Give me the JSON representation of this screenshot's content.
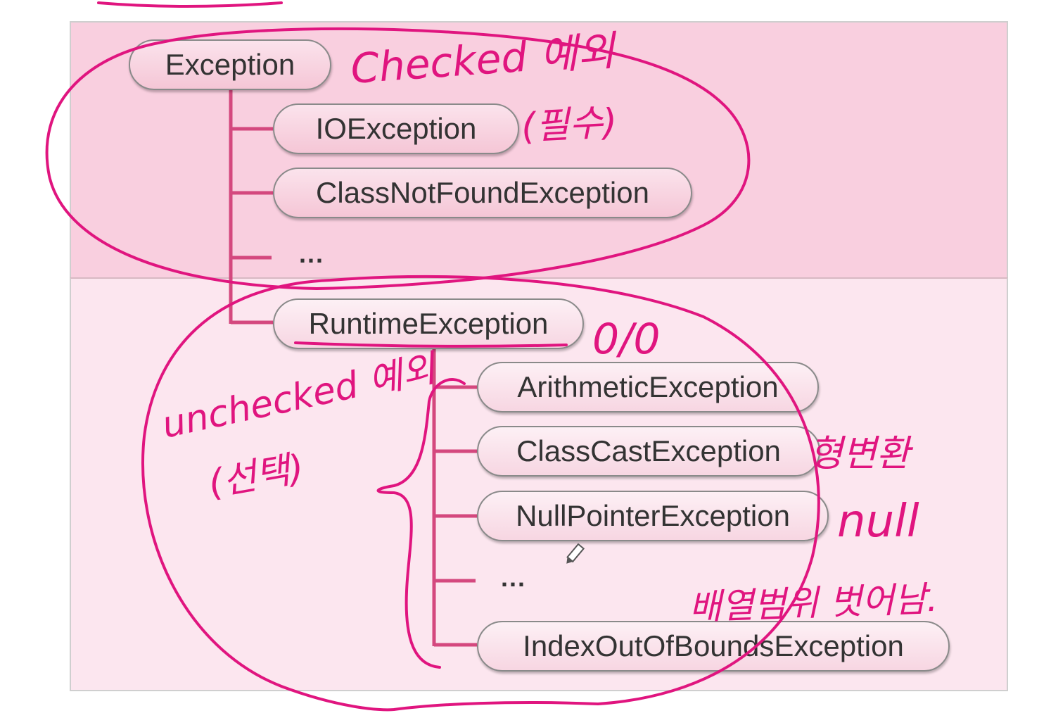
{
  "nodes": {
    "exception": "Exception",
    "io": "IOException",
    "class_not_found": "ClassNotFoundException",
    "ellipsis_top": "...",
    "runtime": "RuntimeException",
    "arithmetic": "ArithmeticException",
    "class_cast": "ClassCastException",
    "null_pointer": "NullPointerException",
    "ellipsis_bottom": "...",
    "index_out_of_bounds": "IndexOutOfBoundsException"
  },
  "annotations": {
    "checked": "Checked 예외",
    "checked_note": "(필수)",
    "unchecked": "unchecked 예외",
    "unchecked_note": "(선택)",
    "arithmetic_note": "0/0",
    "class_cast_note": "형변환",
    "null_pointer_note": "null",
    "index_note": "배열범위 벗어남."
  },
  "colors": {
    "top_panel": "#f9cfdf",
    "bottom_panel": "#fce6ef",
    "tree_line": "#d4487e",
    "ink": "#e0157f"
  }
}
